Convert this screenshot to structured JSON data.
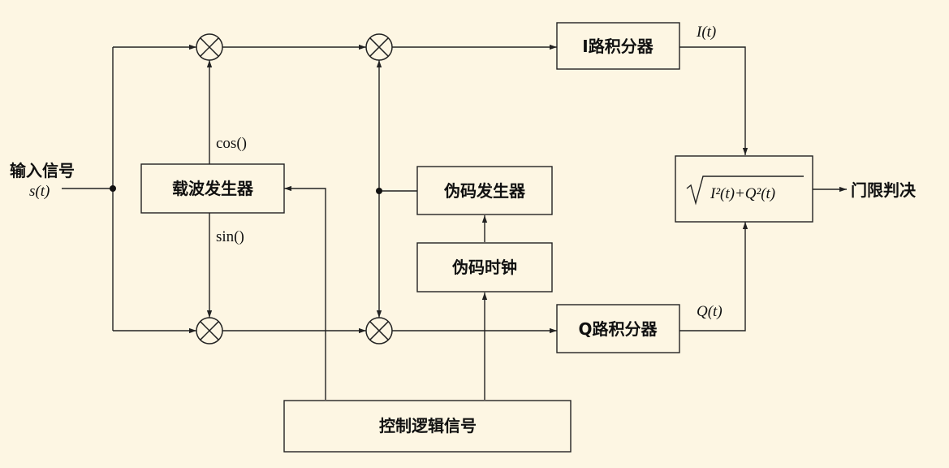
{
  "input": {
    "label": "输入信号",
    "signal": "s(t)"
  },
  "blocks": {
    "carrier_generator": "载波发生器",
    "code_generator": "伪码发生器",
    "code_clock": "伪码时钟",
    "control_logic": "控制逻辑信号",
    "i_integrator": "I路积分器",
    "q_integrator": "Q路积分器"
  },
  "labels": {
    "cos": "cos()",
    "sin": "sin()",
    "i_out": "I(t)",
    "q_out": "Q(t)",
    "magnitude": "I²(t)+Q²(t)",
    "output": "门限判决"
  },
  "colors": {
    "background": "#fdf6e3",
    "line": "#222222"
  }
}
